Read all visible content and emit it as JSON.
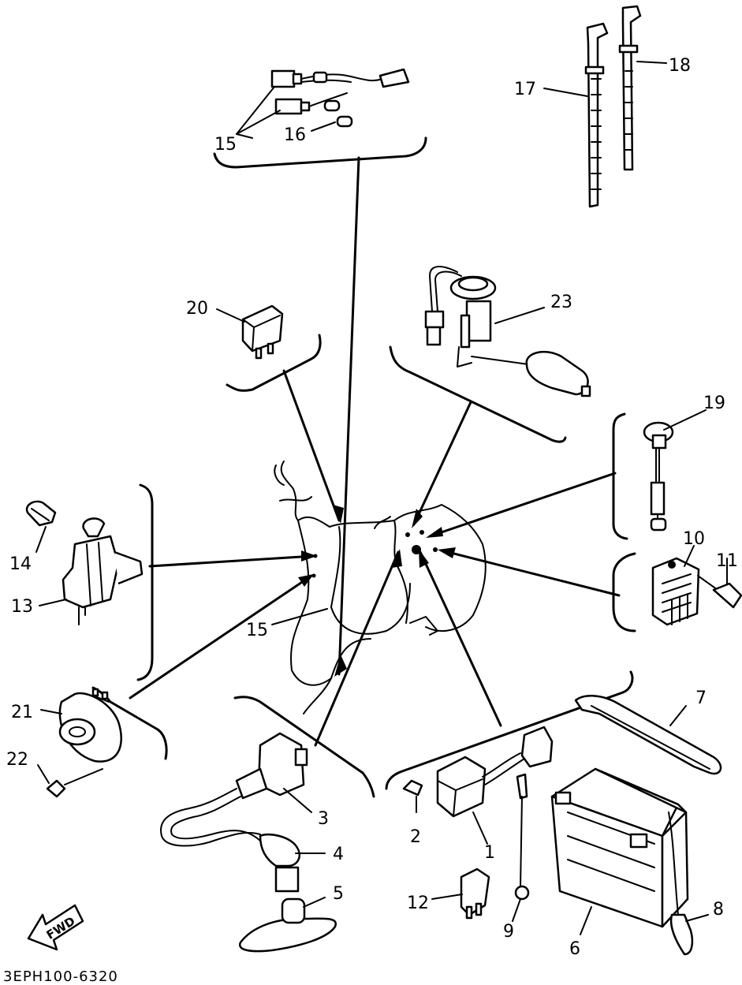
{
  "diagram": {
    "code": "3EPH100-6320",
    "fwd_label": "FWD",
    "callouts": {
      "c1": "1",
      "c2": "2",
      "c3": "3",
      "c4": "4",
      "c5": "5",
      "c6": "6",
      "c7": "7",
      "c8": "8",
      "c9": "9",
      "c10": "10",
      "c11": "11",
      "c12": "12",
      "c13": "13",
      "c14": "14",
      "c15_top": "15",
      "c15_mid": "15",
      "c16": "16",
      "c17": "17",
      "c18": "18",
      "c19": "19",
      "c20": "20",
      "c21": "21",
      "c22": "22",
      "c23": "23"
    },
    "icons": {
      "wire_harness": "wire-harness-icon",
      "relay": "relay-icon",
      "fuel_sender": "fuel-sender-icon",
      "straps": "band-strap-icon",
      "ignition_switch": "ignition-switch-icon",
      "thermo_unit": "thermo-unit-icon",
      "rectifier": "rectifier-regulator-icon",
      "horn": "horn-icon",
      "ignition_coil": "ignition-coil-icon",
      "cdi": "cdi-unit-icon",
      "battery": "battery-icon",
      "frame": "frame-outline-icon"
    }
  }
}
